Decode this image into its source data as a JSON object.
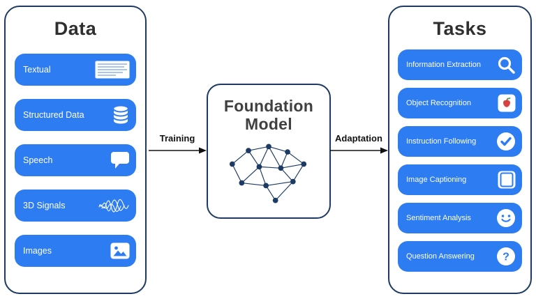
{
  "colors": {
    "pill": "#2E7CF2",
    "border": "#1C3A63",
    "node": "#1C3A63",
    "arrow": "#111111",
    "title": "#2F2F2F"
  },
  "left_panel": {
    "title": "Data",
    "items": [
      {
        "label": "Textual",
        "icon": "text-snippet-icon"
      },
      {
        "label": "Structured Data",
        "icon": "database-icon"
      },
      {
        "label": "Speech",
        "icon": "speech-bubble-icon"
      },
      {
        "label": "3D Signals",
        "icon": "waveform-icon"
      },
      {
        "label": "Images",
        "icon": "image-icon"
      }
    ]
  },
  "center": {
    "title": "Foundation Model",
    "icon": "network-graph-icon"
  },
  "arrows": {
    "training": "Training",
    "adaptation": "Adaptation"
  },
  "right_panel": {
    "title": "Tasks",
    "items": [
      {
        "label": "Information Extraction",
        "icon": "magnifier-icon"
      },
      {
        "label": "Object Recognition",
        "icon": "apple-in-box-icon"
      },
      {
        "label": "Instruction Following",
        "icon": "check-circle-icon"
      },
      {
        "label": "Image Captioning",
        "icon": "image-frame-icon"
      },
      {
        "label": "Sentiment Analysis",
        "icon": "smiley-icon"
      },
      {
        "label": "Question Answering",
        "icon": "question-circle-icon"
      }
    ]
  }
}
